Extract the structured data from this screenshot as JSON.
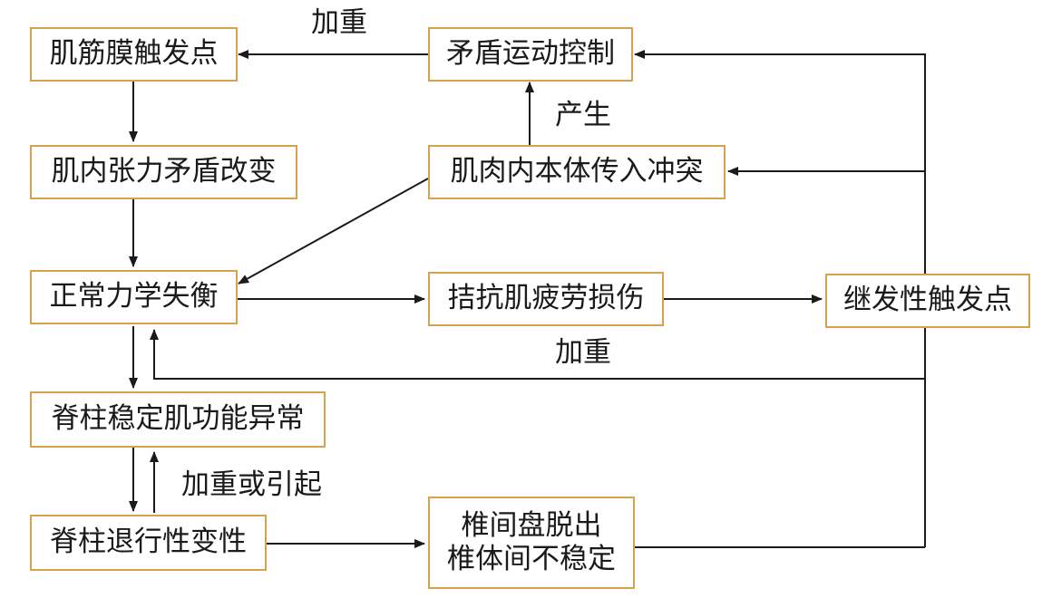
{
  "nodes": {
    "myofascial_trigger_point": "肌筋膜触发点",
    "antagonist_motor_control": "矛盾运动控制",
    "muscle_tension_change": "肌内张力矛盾改变",
    "proprioceptive_conflict": "肌肉内本体传入冲突",
    "mechanical_imbalance": "正常力学失衡",
    "antagonist_fatigue_injury": "拮抗肌疲劳损伤",
    "secondary_trigger_point": "继发性触发点",
    "spinal_stabilizer_dysfunction": "脊柱稳定肌功能异常",
    "spinal_degeneration": "脊柱退行性变性",
    "disc_instability_line1": "椎间盘脱出",
    "disc_instability_line2": "椎体间不稳定"
  },
  "edge_labels": {
    "top_aggravate": "加重",
    "produce": "产生",
    "middle_aggravate": "加重",
    "aggravate_or_cause": "加重或引起"
  },
  "colors": {
    "box_border": "#d7a24e",
    "line": "#1a1a1a",
    "text": "#1a1a1a"
  }
}
